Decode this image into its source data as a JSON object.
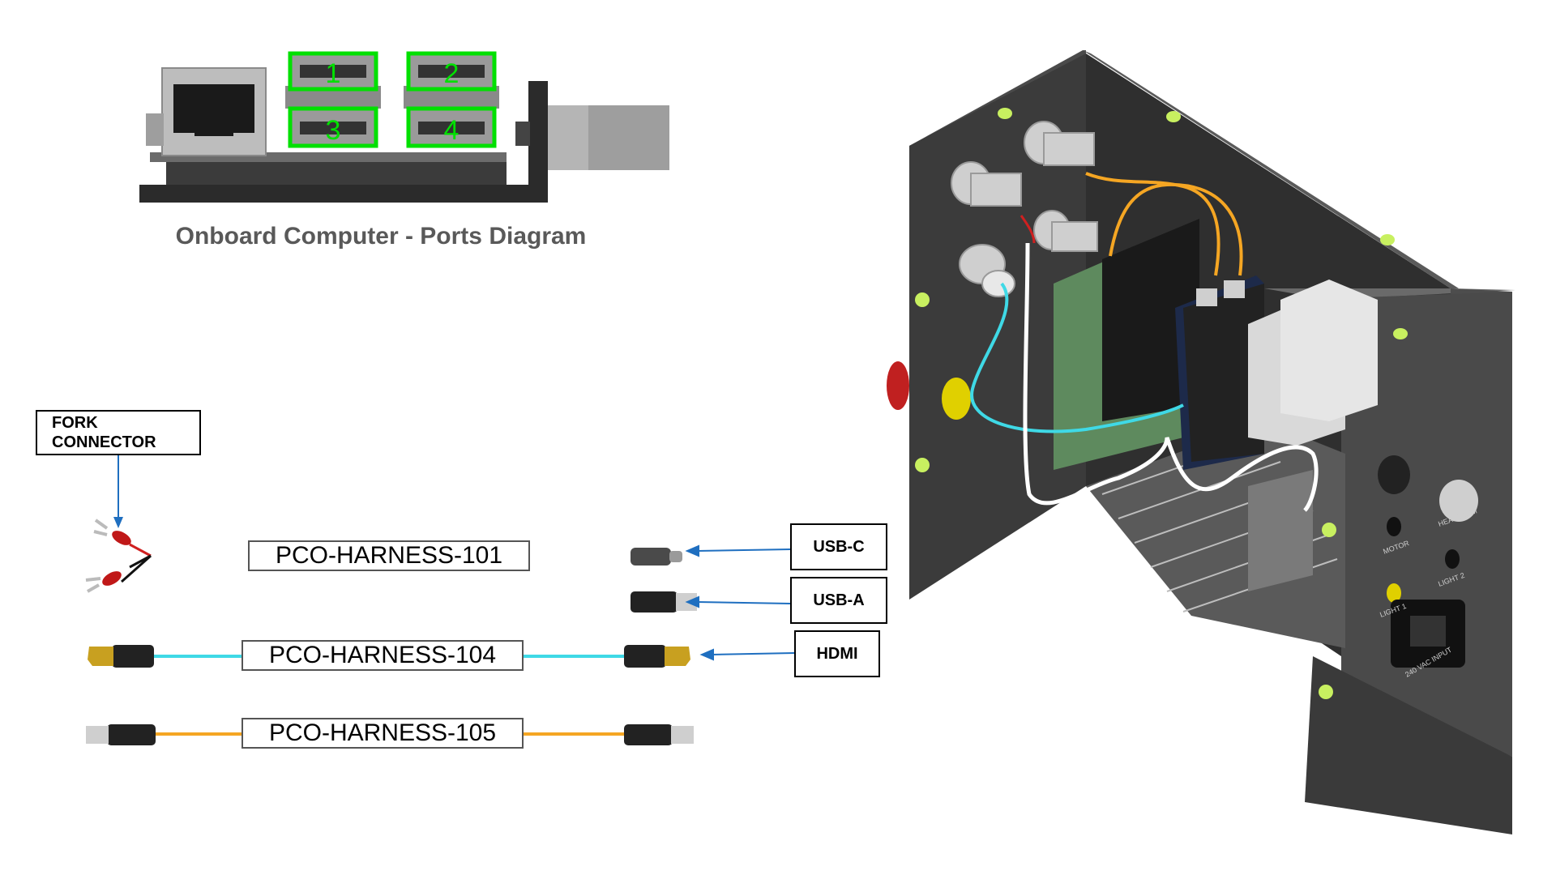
{
  "ports_diagram": {
    "caption": "Onboard Computer - Ports Diagram",
    "port_numbers": [
      "1",
      "2",
      "3",
      "4"
    ],
    "highlight_color": "#00e000"
  },
  "fork_callout": {
    "line1": "FORK",
    "line2": "CONNECTOR"
  },
  "wire_key": {
    "title": "Wire Harness Key",
    "harnesses": [
      {
        "label": "PCO-HARNESS-101",
        "wire_color": "#ffffff"
      },
      {
        "label": "PCO-HARNESS-104",
        "wire_color": "#3fd9e6"
      },
      {
        "label": "PCO-HARNESS-105",
        "wire_color": "#f5a623"
      }
    ]
  },
  "callouts": {
    "usb_c": "USB-C",
    "usb_a": "USB-A",
    "hdmi": "HDMI"
  },
  "enclosure": {
    "panel_labels": [
      "MOTOR",
      "HEAT ELEM",
      "LIGHT 1",
      "LIGHT 2",
      "240 VAC INPUT"
    ],
    "accent_color": "#c8f060",
    "body_color": "#3a3a3a"
  }
}
